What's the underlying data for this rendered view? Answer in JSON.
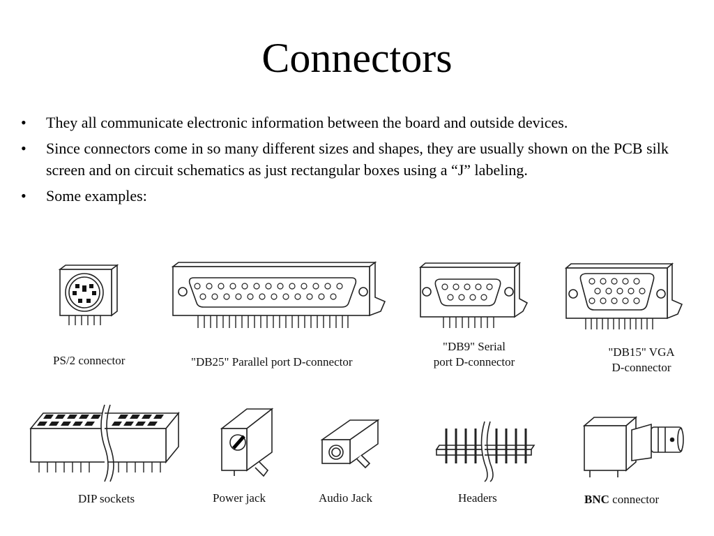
{
  "slide": {
    "title": "Connectors",
    "bullets": [
      "They all communicate electronic information between the board and outside devices.",
      "Since connectors come in so many different sizes and shapes, they are usually shown on the PCB silk screen and on circuit schematics as just rectangular boxes using a “J” labeling.",
      "Some examples:"
    ],
    "bullet_glyph": "•"
  },
  "captions": {
    "ps2": "PS/2 connector",
    "db25": "\"DB25\"  Parallel port D-connector",
    "db9_line1": "\"DB9\" Serial",
    "db9_line2": "port D-connector",
    "db15_line1": "\"DB15\" VGA",
    "db15_line2": "D-connector",
    "dip": "DIP sockets",
    "power": "Power jack",
    "audio": "Audio Jack",
    "headers": "Headers",
    "bnc_bold": "BNC",
    "bnc_rest": " connector"
  }
}
